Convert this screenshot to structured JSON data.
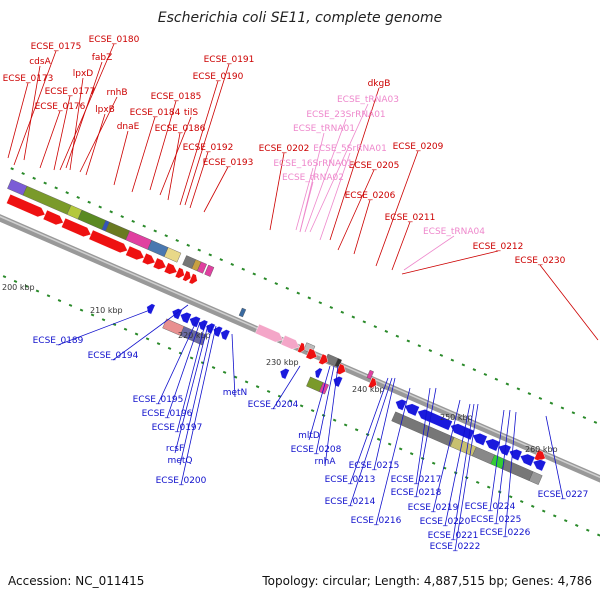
{
  "title": "Escherichia coli SE11, complete genome",
  "footer": {
    "accession": "Accession: NC_011415",
    "summary": "Topology: circular; Length: 4,887,515 bp; Genes: 4,786"
  },
  "colors": {
    "top_label": "#cc0000",
    "rna_label": "#ee88cc",
    "bottom_label": "#1111cc",
    "backbone": "#888888",
    "tick": "#2a8a2a",
    "tick_label": "#333333"
  },
  "ticks": [
    "200 kbp",
    "210 kbp",
    "220 kbp",
    "230 kbp",
    "240 kbp",
    "250 kbp",
    "260 kbp"
  ],
  "top_labels": [
    "ECSE_0175",
    "ECSE_0180",
    "cdsA",
    "fabZ",
    "ECSE_0173",
    "lpxD",
    "ECSE_0177",
    "rnhB",
    "ECSE_0176",
    "lpxB",
    "dnaE",
    "ECSE_0185",
    "ECSE_0184",
    "tilS",
    "ECSE_0186",
    "ECSE_0191",
    "ECSE_0190",
    "ECSE_0192",
    "ECSE_0193",
    "ECSE_0202",
    "ECSE_0205",
    "ECSE_0206",
    "ECSE_0209",
    "dkgB",
    "ECSE_0211",
    "ECSE_0212",
    "ECSE_0230"
  ],
  "rna_labels": [
    "ECSE_tRNA03",
    "ECSE_23SrRNA01",
    "ECSE_tRNA01",
    "ECSE_5SrRNA01",
    "ECSE_16SrRNA01",
    "ECSE_tRNA02",
    "ECSE_tRNA04"
  ],
  "bottom_labels": [
    "ECSE_0189",
    "ECSE_0194",
    "ECSE_0195",
    "ECSE_0196",
    "ECSE_0197",
    "rcsF",
    "metQ",
    "ECSE_0200",
    "metN",
    "ECSE_0204",
    "mltD",
    "ECSE_0208",
    "rnhA",
    "ECSE_0215",
    "ECSE_0213",
    "ECSE_0214",
    "ECSE_0216",
    "ECSE_0217",
    "ECSE_0218",
    "ECSE_0219",
    "ECSE_0220",
    "ECSE_0221",
    "ECSE_0222",
    "ECSE_0224",
    "ECSE_0225",
    "ECSE_0226",
    "ECSE_0227"
  ]
}
